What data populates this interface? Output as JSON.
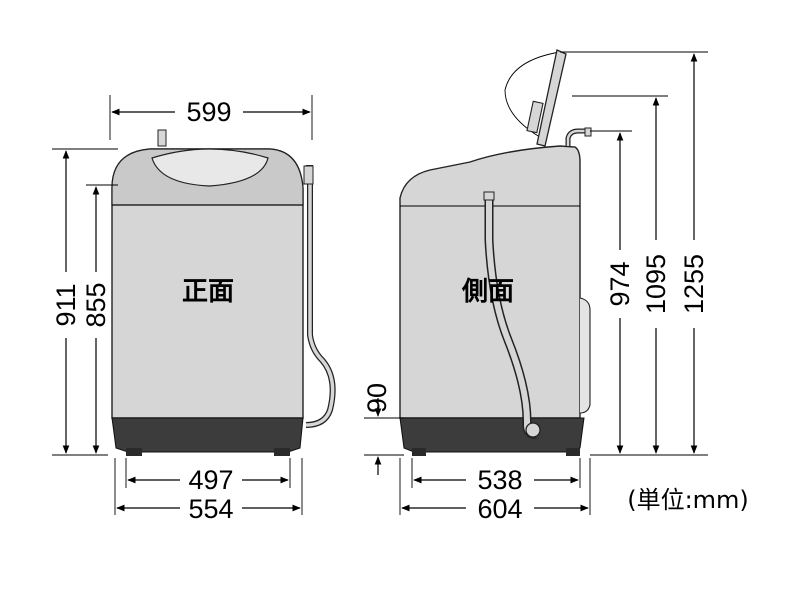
{
  "labels": {
    "front": "正面",
    "side": "側面",
    "unit": "(単位:mm)"
  },
  "front_dims": {
    "top_width": "599",
    "height_total": "911",
    "height_body": "855",
    "base_inner": "497",
    "base_outer": "554"
  },
  "side_dims": {
    "base_height": "90",
    "height_974": "974",
    "height_1095": "1095",
    "height_1255": "1255",
    "base_inner": "538",
    "base_outer": "604"
  }
}
